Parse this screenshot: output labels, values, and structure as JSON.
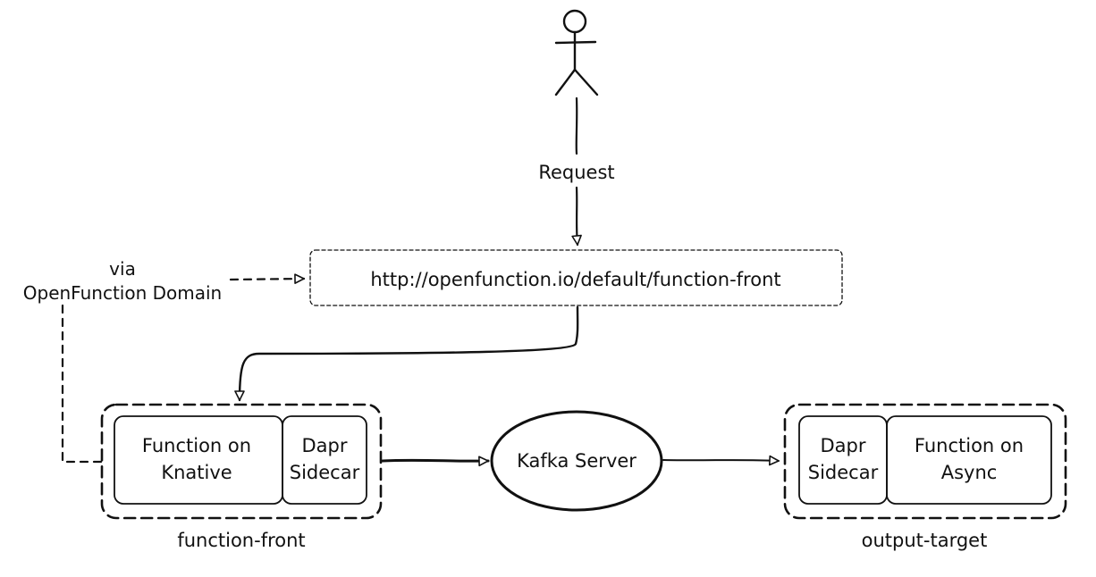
{
  "labels": {
    "request": "Request",
    "via": "via",
    "openfunction_domain": "OpenFunction Domain",
    "url": "http://openfunction.io/default/function-front",
    "front_function_line1": "Function on",
    "front_function_line2": "Knative",
    "front_sidecar_line1": "Dapr",
    "front_sidecar_line2": "Sidecar",
    "kafka": "Kafka Server",
    "target_sidecar_line1": "Dapr",
    "target_sidecar_line2": "Sidecar",
    "target_function_line1": "Function on",
    "target_function_line2": "Async",
    "front_caption": "function-front",
    "target_caption": "output-target"
  },
  "icons": {
    "user": "stick-figure-user-icon"
  }
}
